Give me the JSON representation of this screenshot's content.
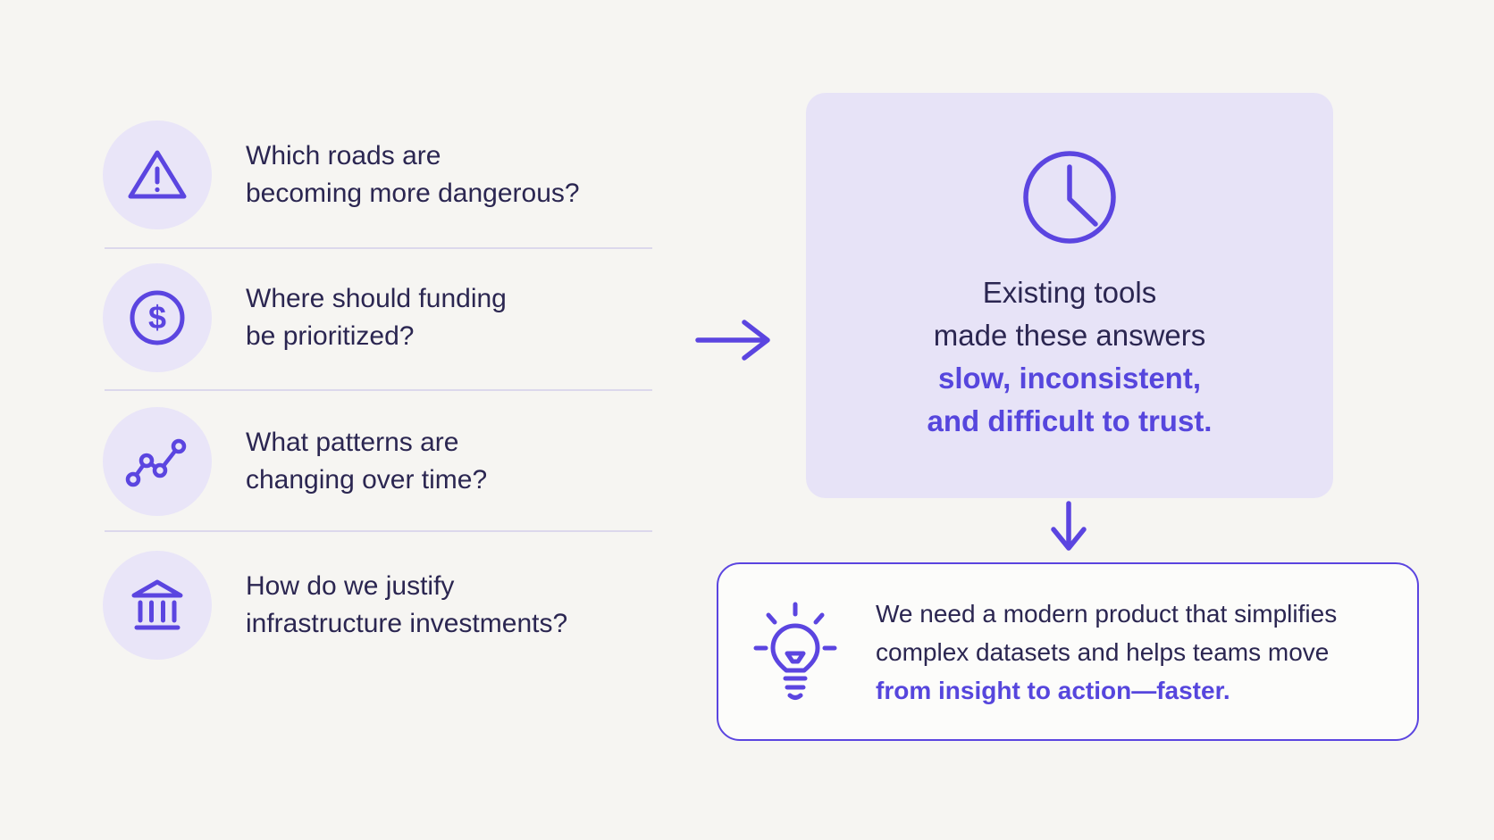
{
  "colors": {
    "background": "#f6f5f2",
    "accent": "#5b45e0",
    "emphasis_text": "#5646dd",
    "navy_text": "#2b2651",
    "lavender_fill": "#e8e4f8",
    "divider": "#dcd8ec",
    "solution_card_bg": "#fcfcfa"
  },
  "icons": {
    "question_icons": [
      "warning-triangle-icon",
      "dollar-circle-icon",
      "trend-line-icon",
      "bank-icon"
    ],
    "flow_icons": [
      "arrow-right-icon",
      "arrow-down-icon"
    ],
    "problem_icon": "clock-icon",
    "solution_icon": "lightbulb-icon",
    "dollar_glyph": "$"
  },
  "questions": [
    {
      "icon": "warning-triangle-icon",
      "lines": [
        "Which roads are",
        "becoming more dangerous?"
      ]
    },
    {
      "icon": "dollar-circle-icon",
      "lines": [
        "Where should funding",
        "be prioritized?"
      ]
    },
    {
      "icon": "trend-line-icon",
      "lines": [
        "What patterns are",
        "changing over time?"
      ]
    },
    {
      "icon": "bank-icon",
      "lines": [
        "How do we justify",
        "infrastructure investments?"
      ]
    }
  ],
  "problem_card": {
    "icon": "clock-icon",
    "lines_normal": [
      "Existing tools",
      "made these answers"
    ],
    "lines_emphasis": [
      "slow, inconsistent,",
      "and difficult to trust."
    ]
  },
  "solution_card": {
    "icon": "lightbulb-icon",
    "lines_normal": [
      "We need a modern product that simplifies",
      "complex datasets and helps teams move"
    ],
    "line_emphasis": "from insight to action—faster."
  }
}
